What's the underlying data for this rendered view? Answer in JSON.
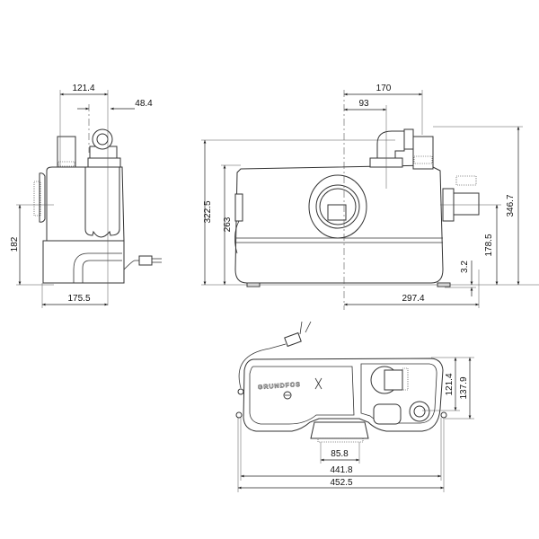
{
  "side_view": {
    "dims": {
      "inlet_spacing": "121.4",
      "outlet_offset": "48.4",
      "inlet_height": "182",
      "depth": "175.5"
    }
  },
  "front_view": {
    "dims": {
      "inlet_spacing": "170",
      "center_offset": "93",
      "height_with_outlet": "322.5",
      "body_height": "263",
      "total_height": "346.7",
      "side_inlet_height": "178.5",
      "foot": "3.2",
      "half_width": "297.4"
    }
  },
  "top_view": {
    "brand_logo": "GRUNDFOS",
    "dims": {
      "bottom_inlet": "85.8",
      "body_length": "441.8",
      "total_length": "452.5",
      "depth_inlet": "121.4",
      "total_depth": "137.9"
    }
  }
}
